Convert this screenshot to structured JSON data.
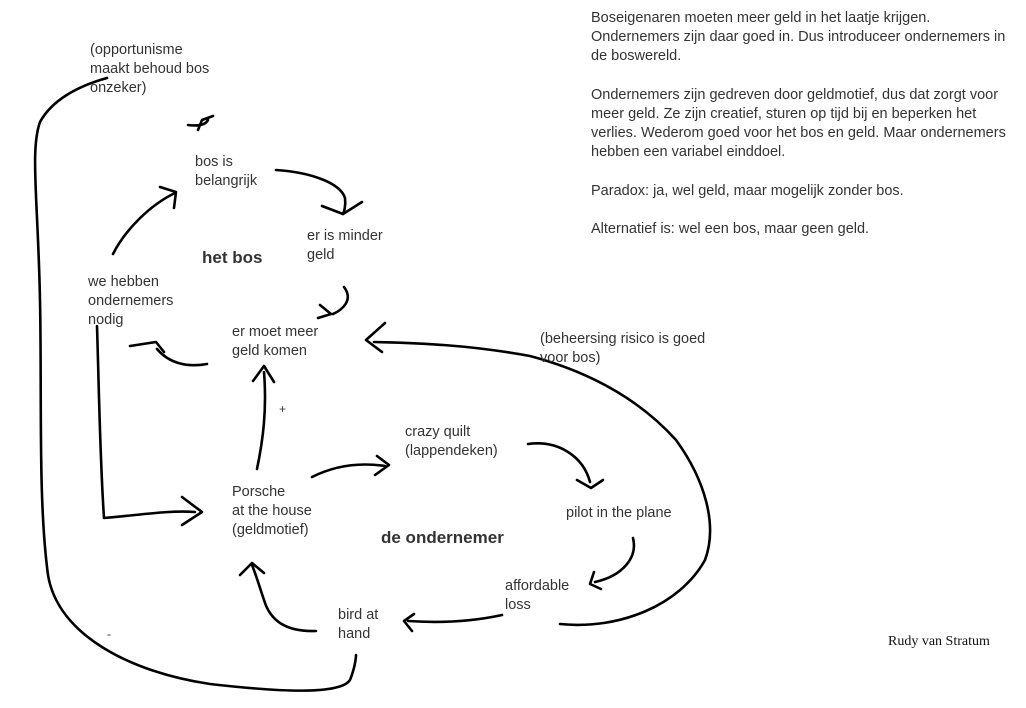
{
  "nodes": {
    "opportunisme": "(opportunisme\nmaakt behoud bos\nonzeker)",
    "bos_belangrijk": "bos is\nbelangrijk",
    "minder_geld": "er is minder\ngeld",
    "meer_geld": "er moet meer\ngeld komen",
    "ondernemers_nodig": "we hebben\nondernemers\nnodig",
    "porsche": "Porsche\nat the house\n(geldmotief)",
    "crazy_quilt": "crazy quilt\n(lappendeken)",
    "pilot": "pilot in the plane",
    "affordable_loss": "affordable\nloss",
    "bird_at_hand": "bird at\nhand",
    "beheersing": "(beheersing risico is goed\nvoor bos)"
  },
  "signs": {
    "plus": "+",
    "minus": "-"
  },
  "titles": {
    "het_bos": "het bos",
    "ondernemer": "de ondernemer"
  },
  "notes": [
    "Boseigenaren moeten meer geld in het laatje krijgen. Ondernemers zijn daar goed in. Dus introduceer ondernemers in de boswereld.",
    "Ondernemers zijn gedreven door geldmotief, dus dat zorgt voor meer geld. Ze zijn creatief, sturen op tijd bij en beperken het verlies. Wederom goed voor het bos en geld. Maar ondernemers hebben een variabel einddoel.",
    "Paradox: ja, wel geld, maar mogelijk zonder bos.",
    "Alternatief is: wel een bos, maar geen geld."
  ],
  "author": "Rudy van Stratum"
}
